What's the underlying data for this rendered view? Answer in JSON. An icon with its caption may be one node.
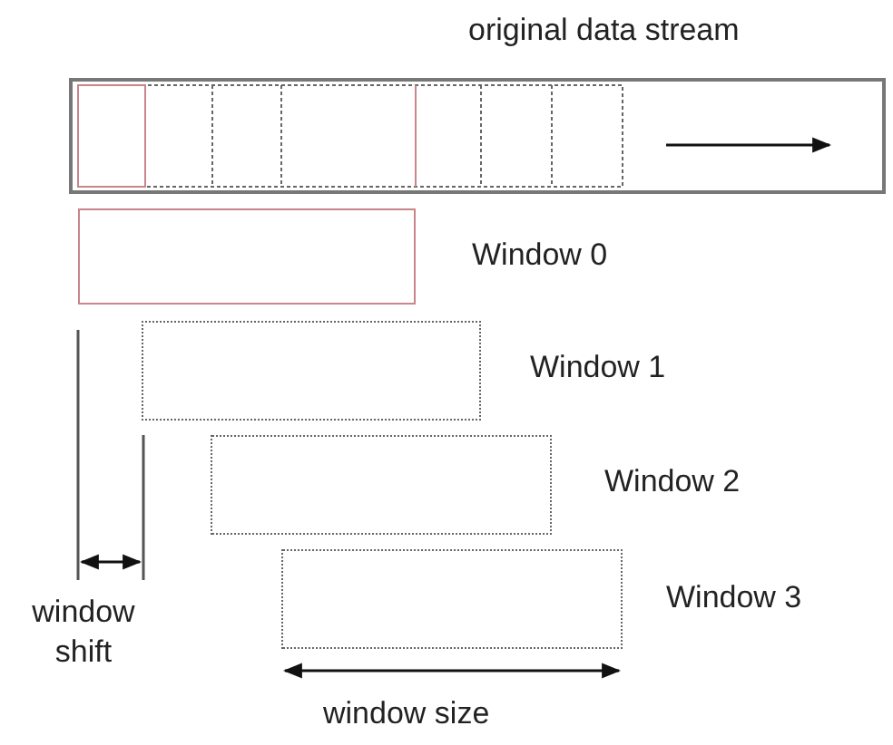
{
  "diagram": {
    "nodes": [
      {
        "text": [
          "original data stream"
        ]
      },
      {
        "text": [],
        "shape": "box",
        "beside": [
          "Window 0"
        ]
      },
      {
        "text": [],
        "shape": "box",
        "beside": [
          "Window 1"
        ]
      },
      {
        "text": [],
        "shape": "box",
        "beside": [
          "Window 2"
        ]
      },
      {
        "text": [],
        "shape": "box",
        "beside": [
          "Window 3"
        ]
      }
    ],
    "labels": [
      "window shift",
      "window size"
    ]
  }
}
